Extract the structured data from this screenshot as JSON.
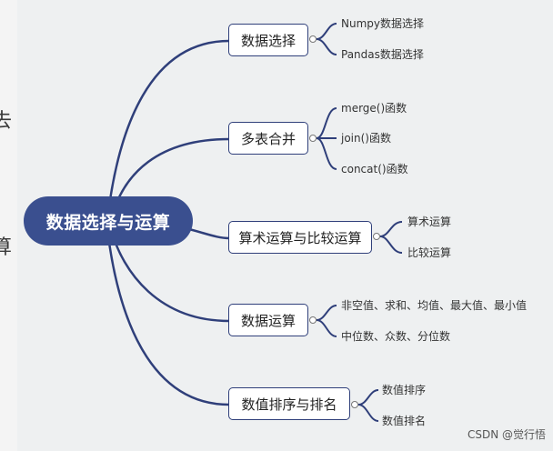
{
  "mindmap": {
    "root": "数据选择与运算",
    "topics": [
      {
        "label": "数据选择",
        "leaves": [
          "Numpy数据选择",
          "Pandas数据选择"
        ]
      },
      {
        "label": "多表合并",
        "leaves": [
          "merge()函数",
          "join()函数",
          "concat()函数"
        ]
      },
      {
        "label": "算术运算与比较运算",
        "leaves": [
          "算术运算",
          "比较运算"
        ]
      },
      {
        "label": "数据运算",
        "leaves": [
          "非空值、求和、均值、最大值、最小值",
          "中位数、众数、分位数"
        ]
      },
      {
        "label": "数值排序与排名",
        "leaves": [
          "数值排序",
          "数值排名"
        ]
      }
    ]
  },
  "edge_glyphs": [
    "去",
    "算"
  ],
  "watermark": "CSDN @觉行悟",
  "colors": {
    "line": "#2f3f7a",
    "root_fill": "#3a4f8f",
    "background": "#eef0f1"
  }
}
